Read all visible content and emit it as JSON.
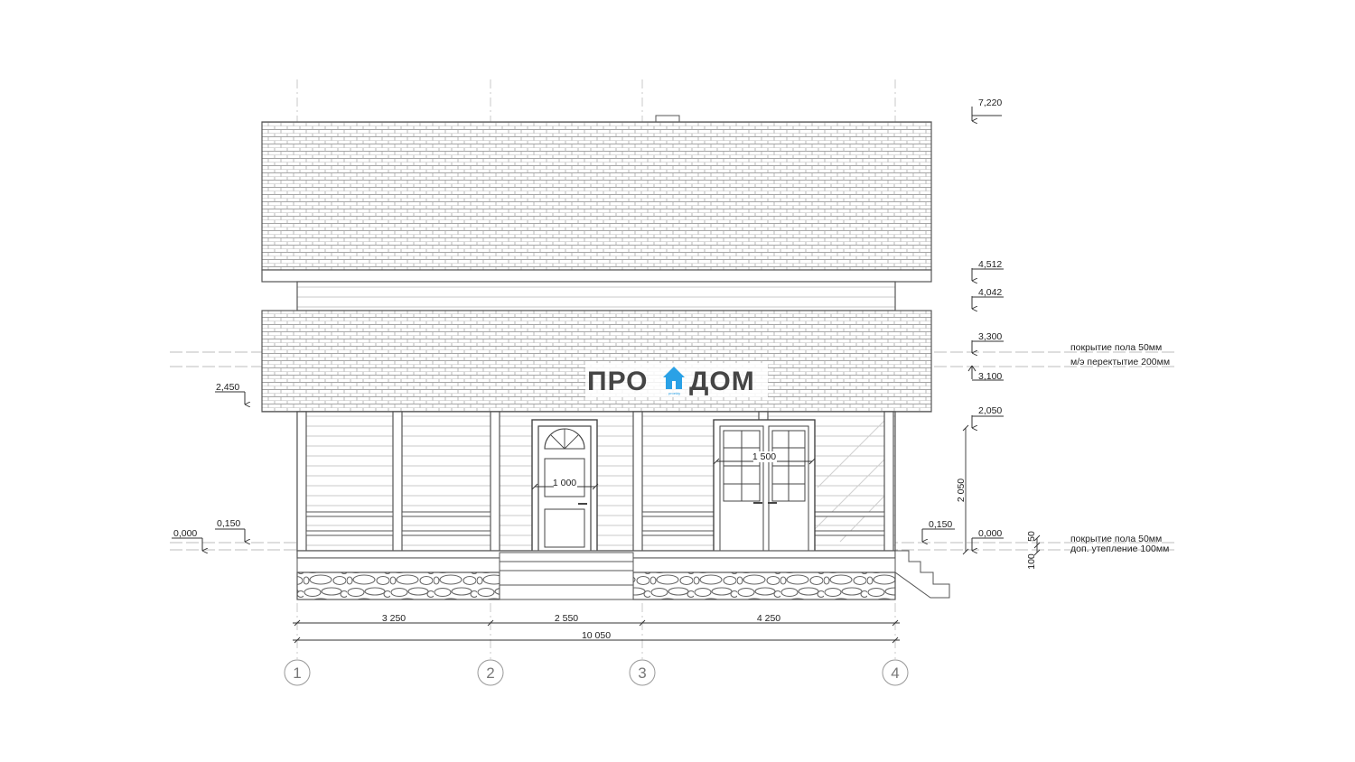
{
  "logo": {
    "left": "ПРО",
    "right": "ДОМ",
    "sub": "proekty",
    "brand_color": "#2aa1e6"
  },
  "levels": {
    "ridge": "7,220",
    "eave_upper": "4,512",
    "wall_top": "4,042",
    "floor2_top": "3,300",
    "floor2_bottom": "3,100",
    "eave_lower": "2,450",
    "opening_top": "2,050",
    "porch_left": "0,150",
    "zero_left": "0,000",
    "porch_right": "0,150",
    "zero_right": "0,000"
  },
  "notes": {
    "floor2_covering": "покрытие пола 50мм",
    "floor2_slab": "м/э перектытие 200мм",
    "floor1_covering": "покрытие пола 50мм",
    "floor1_insulation": "доп. утепление 100мм"
  },
  "dimensions": {
    "door_width": "1 000",
    "window_width": "1 500",
    "opening_height": "2 050",
    "plinth_50": "50",
    "plinth_100": "100",
    "span_1_2": "3 250",
    "span_2_3": "2 550",
    "span_3_4": "4 250",
    "total": "10 050"
  },
  "axes": [
    "1",
    "2",
    "3",
    "4"
  ],
  "colors": {
    "line": "#4a4a4a",
    "light_line": "#b5b5b5",
    "axis": "#999999"
  }
}
